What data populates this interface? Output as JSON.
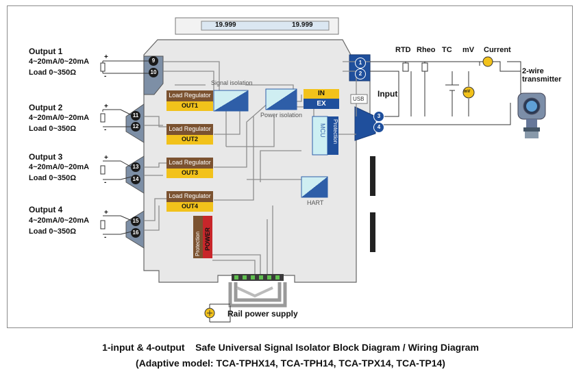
{
  "display": {
    "left_value": "19.999",
    "right_value": "19.999"
  },
  "outputs": [
    {
      "title": "Output 1",
      "signal": "4~20mA/0~20mA",
      "load": "Load 0~350Ω",
      "terminals": [
        "9",
        "10"
      ],
      "regulator": "Load Regulator",
      "out_label": "OUT1"
    },
    {
      "title": "Output 2",
      "signal": "4~20mA/0~20mA",
      "load": "Load 0~350Ω",
      "terminals": [
        "11",
        "12"
      ],
      "regulator": "Load Regulator",
      "out_label": "OUT2"
    },
    {
      "title": "Output 3",
      "signal": "4~20mA/0~20mA",
      "load": "Load 0~350Ω",
      "terminals": [
        "13",
        "14"
      ],
      "regulator": "Load Regulator",
      "out_label": "OUT3"
    },
    {
      "title": "Output 4",
      "signal": "4~20mA/0~20mA",
      "load": "Load 0~350Ω",
      "terminals": [
        "15",
        "16"
      ],
      "regulator": "Load Regulator",
      "out_label": "OUT4"
    }
  ],
  "internal": {
    "signal_isolation": "Signal isolation",
    "power_isolation": "Power isolation",
    "in_label": "IN",
    "ex_label": "EX",
    "usb_label": "USB",
    "mcu_label": "MCU",
    "protection_label": "Protection",
    "hart_label": "HART",
    "power_label": "POWER"
  },
  "input": {
    "label": "Input",
    "terminals": [
      "1",
      "2",
      "3",
      "4"
    ],
    "sensor_types": [
      "RTD",
      "Rheo",
      "TC",
      "mV",
      "Current"
    ],
    "mv_symbol": "mV",
    "transmitter_label": "2-wire transmitter"
  },
  "power_supply": {
    "label": "Rail power supply"
  },
  "caption": {
    "line1": "1-input & 4-output    Safe Universal Signal Isolator Block Diagram / Wiring Diagram",
    "line2": "(Adaptive model: TCA-TPHX14, TCA-TPH14, TCA-TPX14, TCA-TP14)"
  },
  "colors": {
    "brown": "#7b5230",
    "yellow": "#f2c21b",
    "dark_blue": "#1f4f9c",
    "teal": "#5fb7c3",
    "red": "#c8262a",
    "body_gray": "#e6e6e6"
  }
}
